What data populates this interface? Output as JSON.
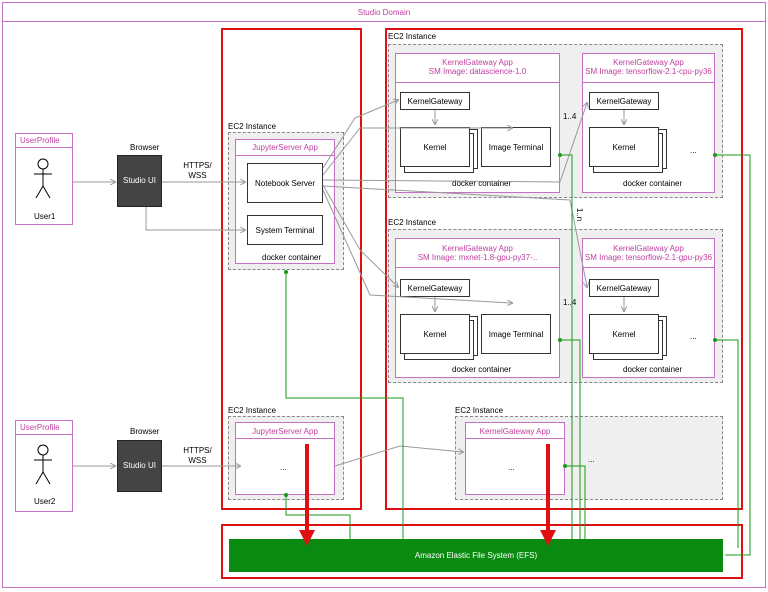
{
  "domain_title": "Studio Domain",
  "browser_label": "Browser",
  "studio_ui": "Studio UI",
  "protocol": "HTTPS/ WSS",
  "user_profile": "UserProfile",
  "user1": "User1",
  "user2": "User2",
  "ec2_instance": "EC2 Instance",
  "jupyter_app": "JupyterServer App",
  "notebook_server": "Notebook Server",
  "system_terminal": "System Terminal",
  "docker_container": "docker container",
  "ellipsis": "...",
  "kg_app": "KernelGateway App",
  "kg_image1": "SM Image: datascience-1.0",
  "kg_image2": "SM Image: tensorflow-2.1-cpu-py36",
  "kg_image3": "SM Image: mxnet-1.8-gpu-py37-..",
  "kg_image4": "SM Image: tensorflow-2.1-gpu-py36",
  "kernel_gateway": "KernelGateway",
  "kernel": "Kernel",
  "image_terminal": "Image Terminal",
  "mult_1_4": "1..4",
  "mult_1_n": "1..n",
  "efs": "Amazon Elastic File System (EFS)",
  "colors": {
    "red": "#e01010",
    "efs_green": "#0a8a10",
    "magenta": "#c040a0"
  }
}
